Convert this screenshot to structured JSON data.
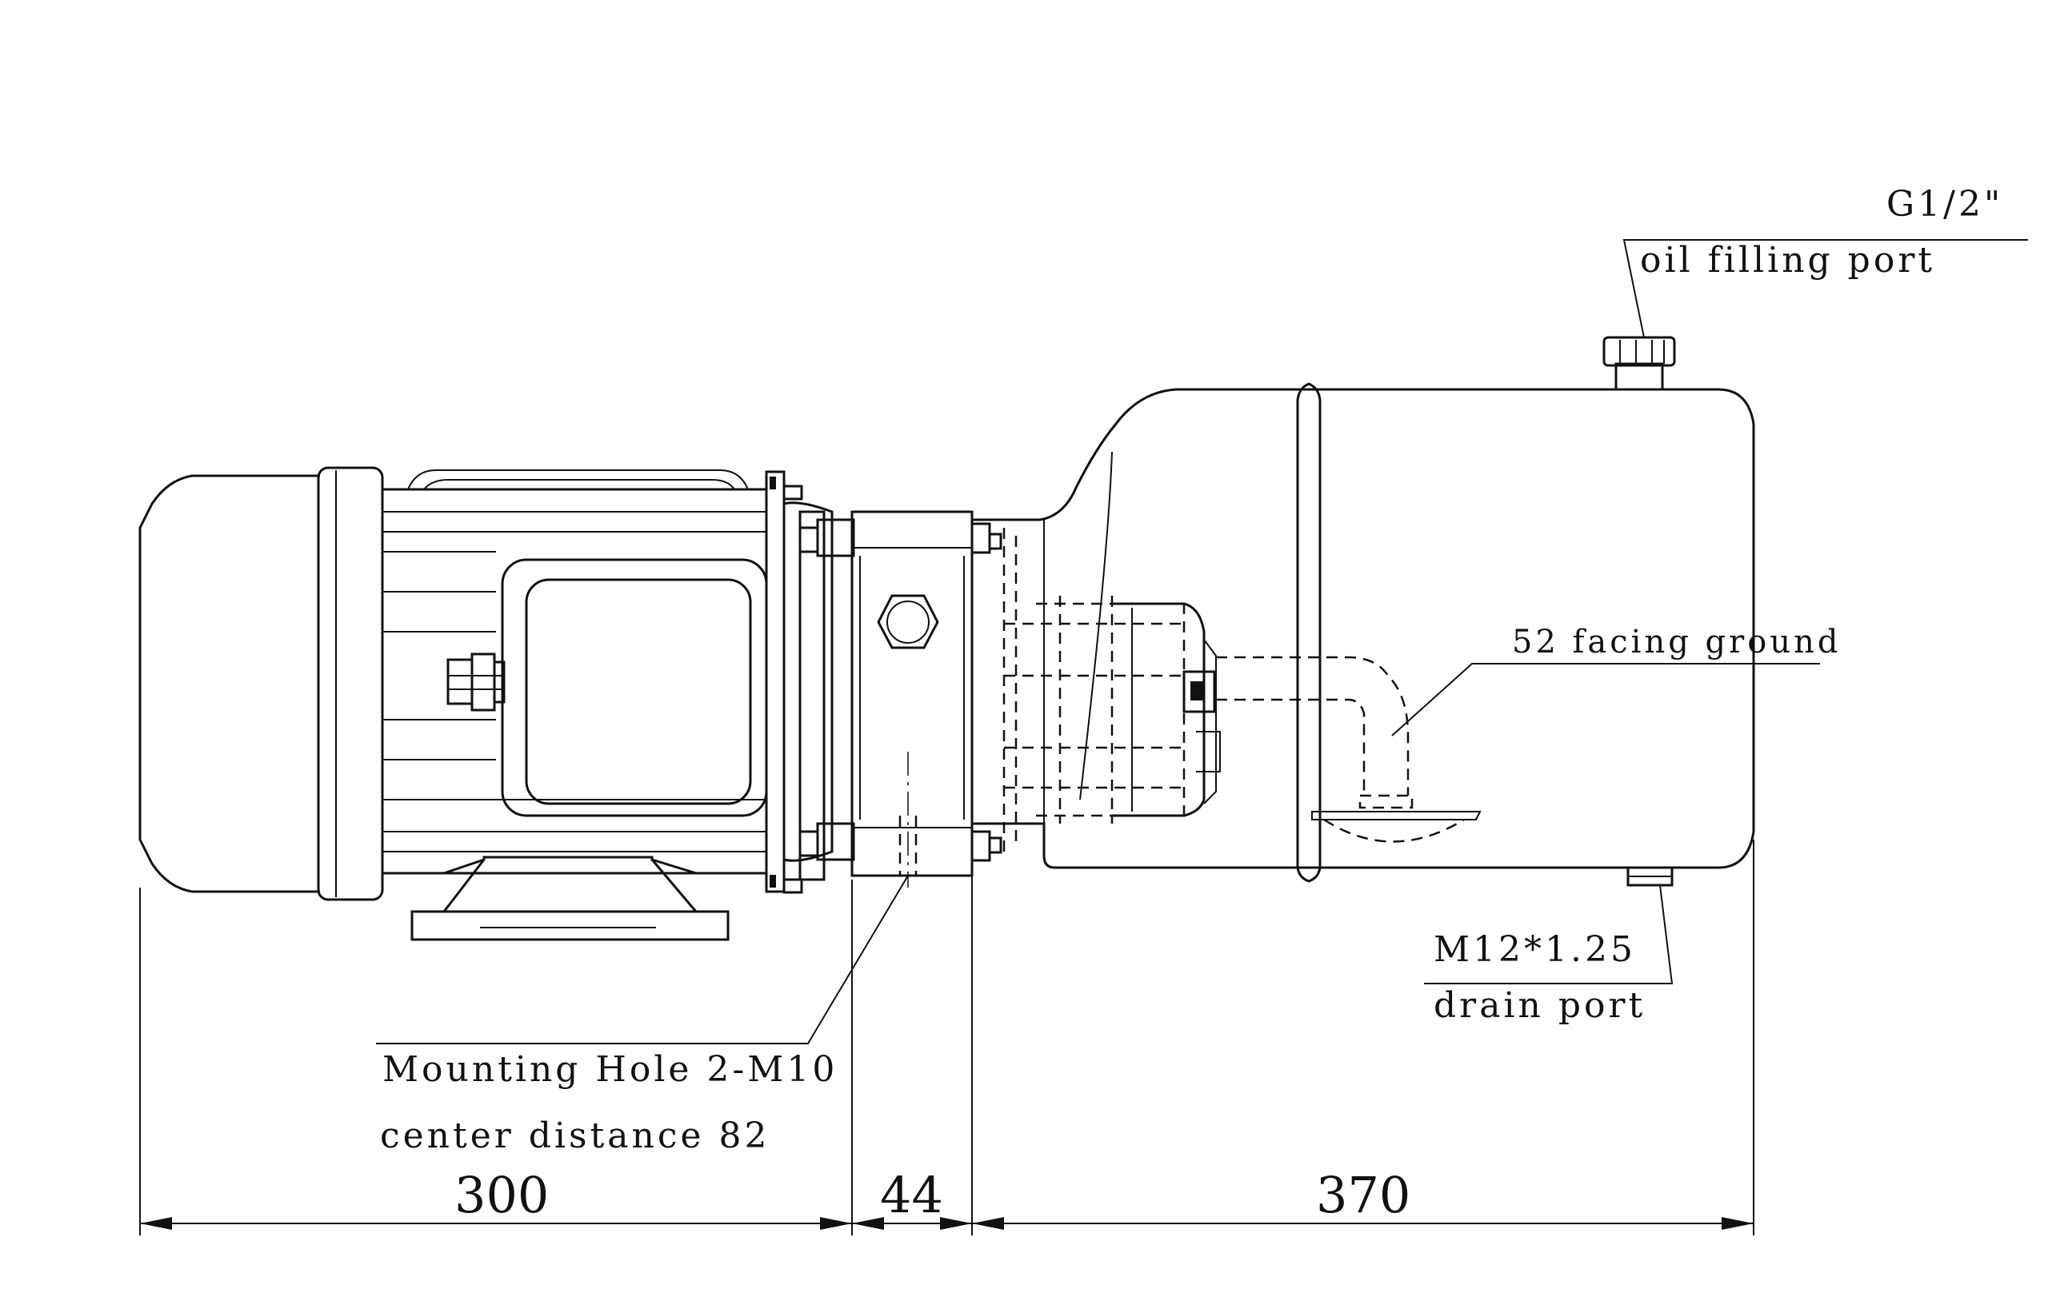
{
  "labels": {
    "oil_filling_size": "G1/2\"",
    "oil_filling_port": "oil filling port",
    "facing_ground": "52 facing ground",
    "drain_size": "M12*1.25",
    "drain_port": "drain port",
    "mounting_hole": "Mounting Hole 2-M10",
    "center_distance": "center distance 82"
  },
  "dimensions": {
    "motor_length": "300",
    "adapter_length": "44",
    "tank_length": "370"
  },
  "colors": {
    "ink": "#111111",
    "background": "#ffffff"
  }
}
